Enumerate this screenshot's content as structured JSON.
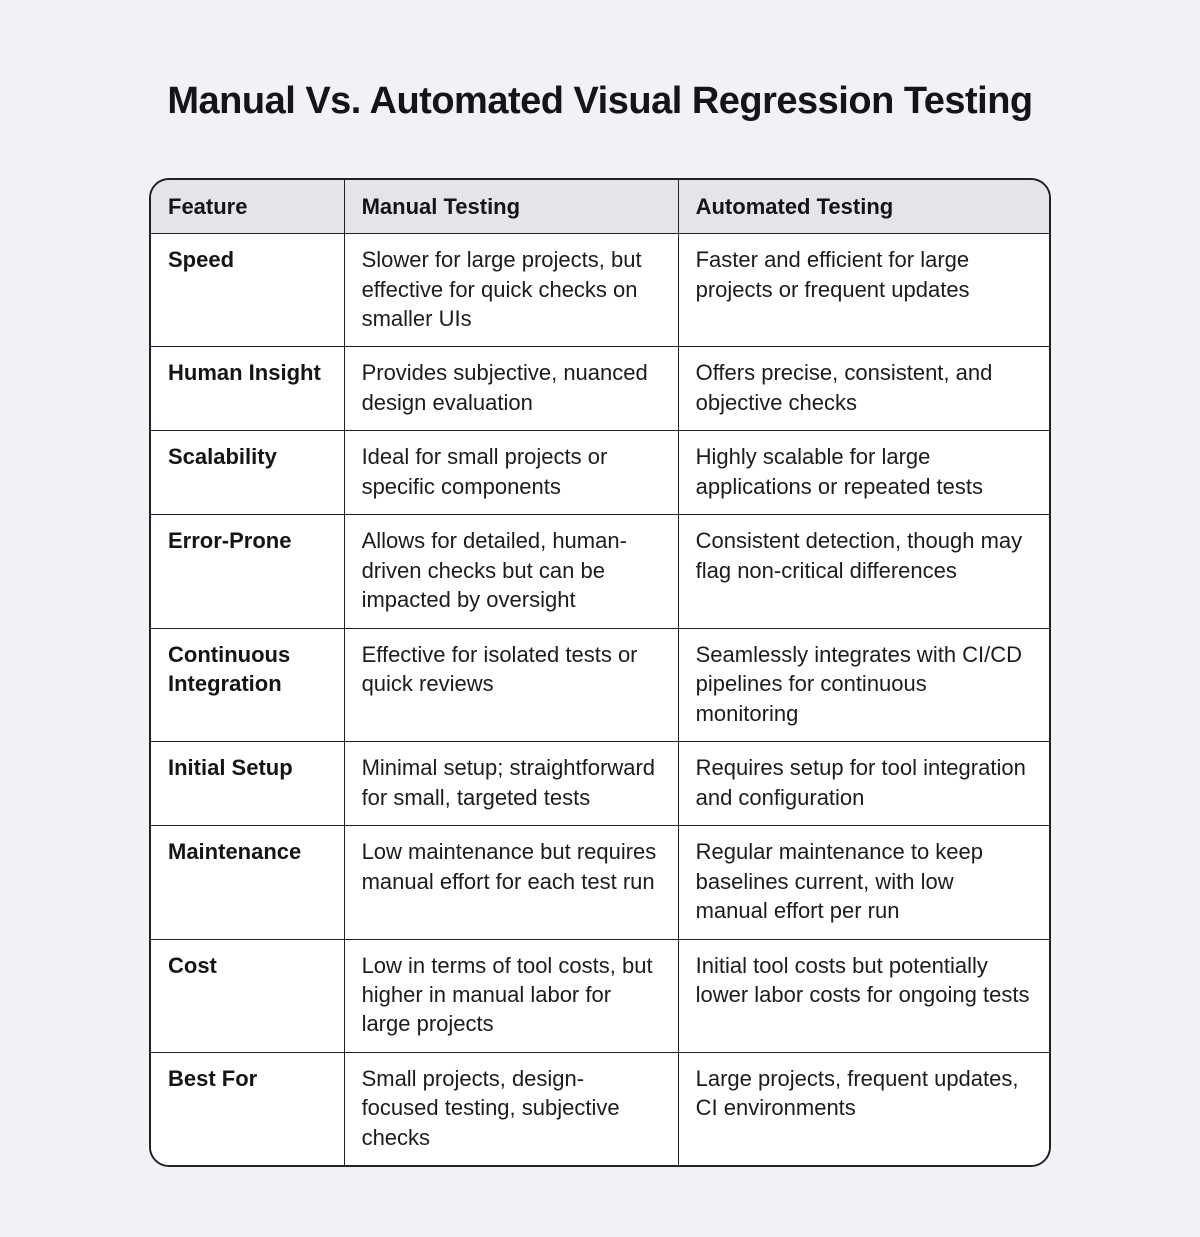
{
  "page": {
    "title": "Manual Vs. Automated Visual Regression Testing"
  },
  "colors": {
    "page_background": "#f0f2f5",
    "header_background": "#e3e5e8",
    "cell_background": "#ffffff",
    "border": "#1f2124",
    "title_text": "#131518",
    "body_text": "#1a1c1f"
  },
  "table": {
    "columns": [
      "Feature",
      "Manual Testing",
      "Automated Testing"
    ],
    "rows": [
      {
        "feature": "Speed",
        "manual": "Slower for large projects, but effective for quick checks on smaller UIs",
        "automated": "Faster and efficient for large projects or frequent updates"
      },
      {
        "feature": "Human Insight",
        "manual": "Provides subjective, nuanced design evaluation",
        "automated": "Offers precise, consistent, and objective checks"
      },
      {
        "feature": "Scalability",
        "manual": "Ideal for small projects or specific components",
        "automated": "Highly scalable for large applications or repeated tests"
      },
      {
        "feature": "Error-Prone",
        "manual": "Allows for detailed, human-driven checks but can be impacted by oversight",
        "automated": "Consistent detection, though may flag non-critical differences"
      },
      {
        "feature": "Continuous Integration",
        "manual": "Effective for isolated tests or quick reviews",
        "automated": "Seamlessly integrates with CI/CD pipelines for continuous monitoring"
      },
      {
        "feature": "Initial Setup",
        "manual": "Minimal setup; straightforward for small, targeted tests",
        "automated": "Requires setup for tool integration and configuration"
      },
      {
        "feature": "Maintenance",
        "manual": "Low maintenance but requires manual effort for each test run",
        "automated": "Regular maintenance to keep baselines current, with low manual effort per run"
      },
      {
        "feature": "Cost",
        "manual": "Low in terms of tool costs, but higher in manual labor for large projects",
        "automated": "Initial tool costs but potentially lower labor costs for ongoing tests"
      },
      {
        "feature": "Best For",
        "manual": "Small projects, design-focused testing, subjective checks",
        "automated": "Large projects, frequent updates, CI environments"
      }
    ]
  }
}
